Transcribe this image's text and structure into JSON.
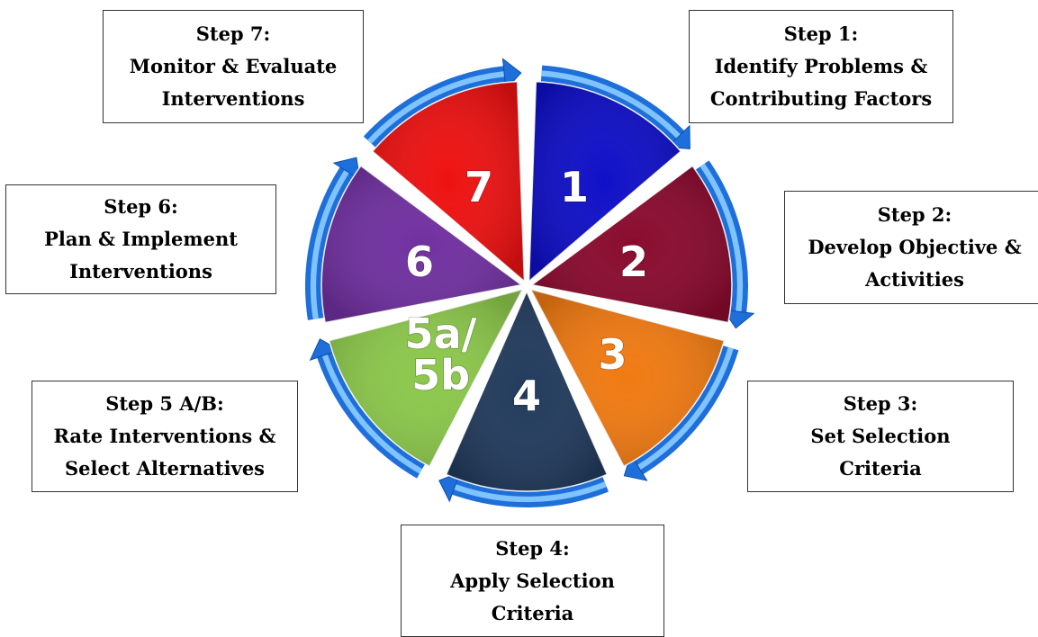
{
  "steps": [
    {
      "id": "1",
      "title": "Step 1:",
      "lines": [
        "Identify Problems &",
        "Contributing Factors"
      ],
      "segment_label": "1",
      "color": "#0f0fc8"
    },
    {
      "id": "2",
      "title": "Step 2:",
      "lines": [
        "Develop Objective &",
        "Activities"
      ],
      "segment_label": "2",
      "color": "#8a0a2e"
    },
    {
      "id": "3",
      "title": "Step 3:",
      "lines": [
        "Set Selection",
        "Criteria"
      ],
      "segment_label": "3",
      "color": "#f07a12"
    },
    {
      "id": "4",
      "title": "Step 4:",
      "lines": [
        "Apply Selection",
        "Criteria"
      ],
      "segment_label": "4",
      "color": "#213a5c"
    },
    {
      "id": "5",
      "title": "Step 5 A/B:",
      "lines": [
        "Rate Interventions &",
        "Select Alternatives"
      ],
      "segment_label": [
        "5a/",
        "5b"
      ],
      "color": "#8cc84b"
    },
    {
      "id": "6",
      "title": "Step 6:",
      "lines": [
        "Plan & Implement",
        "Interventions"
      ],
      "segment_label": "6",
      "color": "#7030a0"
    },
    {
      "id": "7",
      "title": "Step 7:",
      "lines": [
        "Monitor & Evaluate",
        "Interventions"
      ],
      "segment_label": "7",
      "color": "#ee1111"
    }
  ],
  "colors": {
    "arrow_outer": "#1e6fd9",
    "arrow_inner": "#7fc3ff",
    "box_border": "#333333"
  }
}
